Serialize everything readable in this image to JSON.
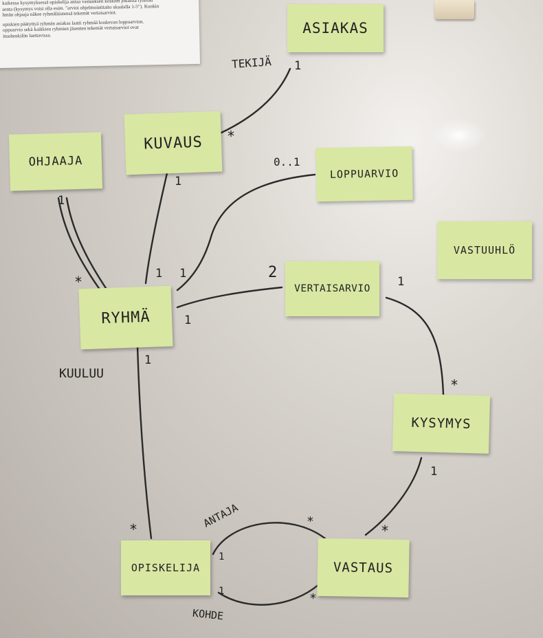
{
  "paper": {
    "lines": [
      "kaikessa kysymyksessä opiskelija antaa vastauksen koskien jokaista ryhmän",
      "senta (kysymys voisi olla esim. \"arvioi ohjelmointitaito skaalalla 1-5\"). Kunkin",
      "hmän ohjaaja näkee ryhmäläistensä tekemät vertaisarviot.",
      "opiskien päätyttyä ryhmän asiakas laatii ryhmää koskevan loppuarvion.",
      "oppuarvio sekä kaikkien ryhmien jäsenten tekemät vertaisarviot ovat",
      "ituohenkilön luettavissa."
    ]
  },
  "entities": {
    "asiakas": "ASIAKAS",
    "ohjaaja": "OHJAAJA",
    "kuvaus": "KUVAUS",
    "loppuarvio": "LOPPUARVIO",
    "vastuuhlo": "VASTUUHLÖ",
    "ryhma": "RYHMÄ",
    "vertaisarvio": "VERTAISARVIO",
    "kysymys": "KYSYMYS",
    "opiskelija": "OPISKELIJA",
    "vastaus": "VASTAUS"
  },
  "relations": {
    "tekija": "TEKIJÄ",
    "kuuluu": "KUULUU",
    "antaja": "ANTAJA",
    "kohde": "KOHDE"
  },
  "multiplicities": {
    "asiakas_tekija": "1",
    "kuvaus_asiakas": "*",
    "loppuarvio": "0..1",
    "kuvaus_ryhma": "1",
    "ryhma_kuvaus": "1",
    "ryhma_loppuarvio": "1",
    "ohjaaja_ryhma": "1",
    "ryhma_ohjaaja": "*",
    "vertaisarvio_ryhma": "2",
    "ryhma_vertaisarvio": "1",
    "vertaisarvio_kysymys": "1",
    "kysymys_vertaisarvio": "*",
    "ryhma_opiskelija": "1",
    "opiskelija_ryhma": "*",
    "kysymys_vastaus": "1",
    "vastaus_kysymys": "*",
    "opiskelija_antaja": "1",
    "vastaus_antaja": "*",
    "opiskelija_kohde": "1",
    "vastaus_kohde": "*"
  }
}
